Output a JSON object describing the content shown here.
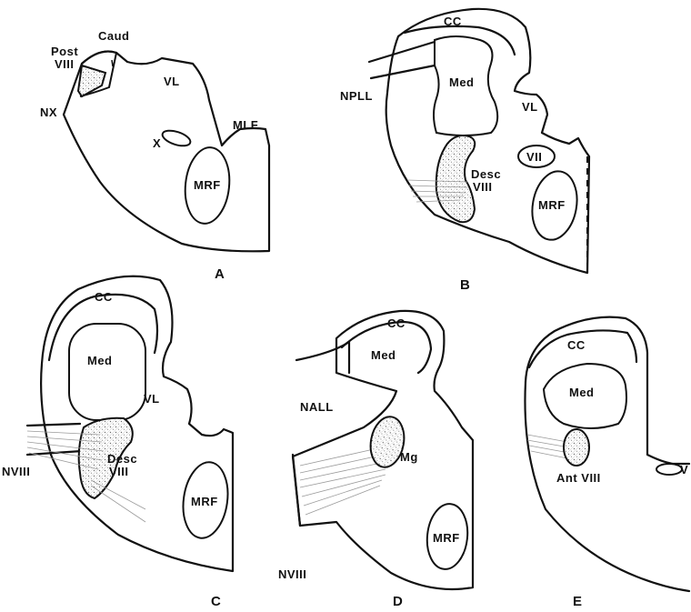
{
  "panels": [
    {
      "id": "A",
      "label": "A",
      "structures": {
        "caud": "Caud",
        "post_viii_line1": "Post",
        "post_viii_line2": "VIII",
        "nx": "NX",
        "vl": "VL",
        "x": "X",
        "mlf": "MLF",
        "mrf": "MRF"
      }
    },
    {
      "id": "B",
      "label": "B",
      "structures": {
        "cc": "CC",
        "med": "Med",
        "npll": "NPLL",
        "vl": "VL",
        "vii": "VII",
        "desc_viii_line1": "Desc",
        "desc_viii_line2": "VIII",
        "mrf": "MRF"
      }
    },
    {
      "id": "C",
      "label": "C",
      "structures": {
        "cc": "CC",
        "med": "Med",
        "vl": "VL",
        "nviii": "NVIII",
        "desc_viii_line1": "Desc",
        "desc_viii_line2": "VIII",
        "mrf": "MRF"
      }
    },
    {
      "id": "D",
      "label": "D",
      "structures": {
        "cc": "CC",
        "med": "Med",
        "nall": "NALL",
        "mg": "Mg",
        "mrf": "MRF",
        "nviii": "NVIII"
      }
    },
    {
      "id": "E",
      "label": "E",
      "structures": {
        "cc": "CC",
        "med": "Med",
        "ant_viii": "Ant VIII",
        "v": "V"
      }
    }
  ]
}
